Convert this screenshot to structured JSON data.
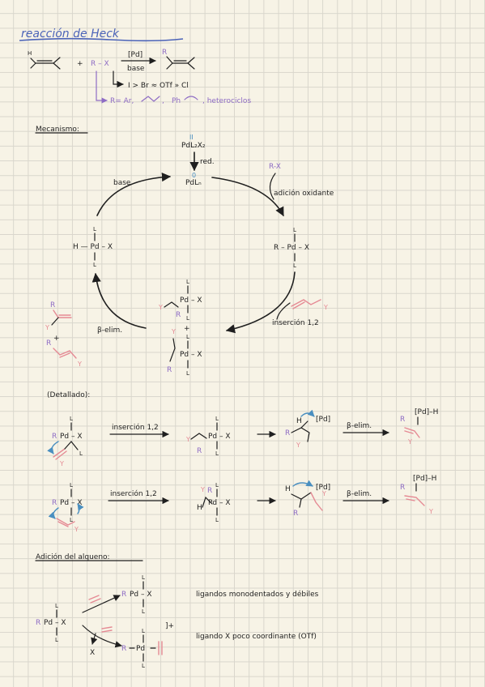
{
  "title": "reacción de Heck",
  "reaction": {
    "h": "H",
    "plus": "+",
    "rx": "R – X",
    "r": "R",
    "pd": "[Pd]",
    "base": "base",
    "order": "I > Br ≈ OTf » Cl",
    "r_options": "R= Ar,",
    "r_comma": ",",
    "ph": "Ph",
    "heterociclos": ", heterociclos"
  },
  "mechanism": {
    "heading": "Mecanismo:",
    "precatalyst": "PdL₂X₂",
    "ii": "II",
    "red": "red.",
    "pdln": "PdLₙ",
    "zero": "0",
    "rx": "R-X",
    "adicion_oxidante": "adición oxidante",
    "base": "base",
    "pd_hx": "H — Pd – X",
    "pd_rx": "R – Pd – X",
    "insercion": "inserción 1,2",
    "beta_elim": "β-elim.",
    "pd_x": "Pd – X",
    "plus": "+",
    "L": "L",
    "R": "R",
    "Y": "Y"
  },
  "detallado": {
    "heading": "(Detallado):",
    "insercion": "inserción 1,2",
    "beta_elim": "β-elim.",
    "pd": "[Pd]",
    "pd_h": "[Pd]–H",
    "pd_x": "Pd – X",
    "h": "H",
    "L": "L",
    "R": "R",
    "Y": "Y"
  },
  "adicion": {
    "heading": "Adición del alqueno:",
    "pd_x": "Pd – X",
    "pd": "Pd",
    "charge": "]+",
    "monodentados": "ligandos monodentados y débiles",
    "ligando_x": "ligando X poco coordinante (OTf)",
    "x": "X",
    "L": "L",
    "R": "R"
  }
}
